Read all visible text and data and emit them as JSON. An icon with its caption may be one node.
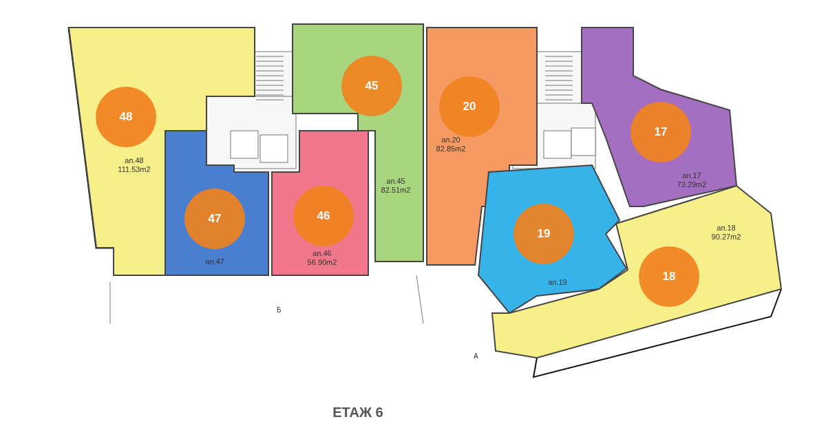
{
  "diagram": {
    "title": "ЕТАЖ 6",
    "nodes": [
      {
        "text": [
          "ап.48",
          "111.53m2"
        ]
      },
      {
        "text": [
          "48"
        ],
        "in": 0
      },
      {
        "text": [
          "ап.45",
          "82.51m2"
        ]
      },
      {
        "text": [
          "45"
        ],
        "in": 2
      },
      {
        "text": [
          "ап.20",
          "82.85m2"
        ]
      },
      {
        "text": [
          "20"
        ],
        "in": 4
      },
      {
        "text": [
          "ап.17",
          "73.29m2"
        ]
      },
      {
        "text": [
          "17"
        ],
        "in": 6
      },
      {
        "text": [
          "ап.47"
        ]
      },
      {
        "text": [
          "47"
        ],
        "in": 8
      },
      {
        "text": [
          "ап.46",
          "56.90m2"
        ]
      },
      {
        "text": [
          "46"
        ],
        "in": 10
      },
      {
        "text": [
          "ап.19"
        ]
      },
      {
        "text": [
          "19"
        ],
        "in": 12
      },
      {
        "text": [
          "ап.18",
          "90.27m2"
        ]
      },
      {
        "text": [
          "18"
        ],
        "in": 14
      }
    ],
    "labels": [
      "Б",
      "А"
    ]
  }
}
